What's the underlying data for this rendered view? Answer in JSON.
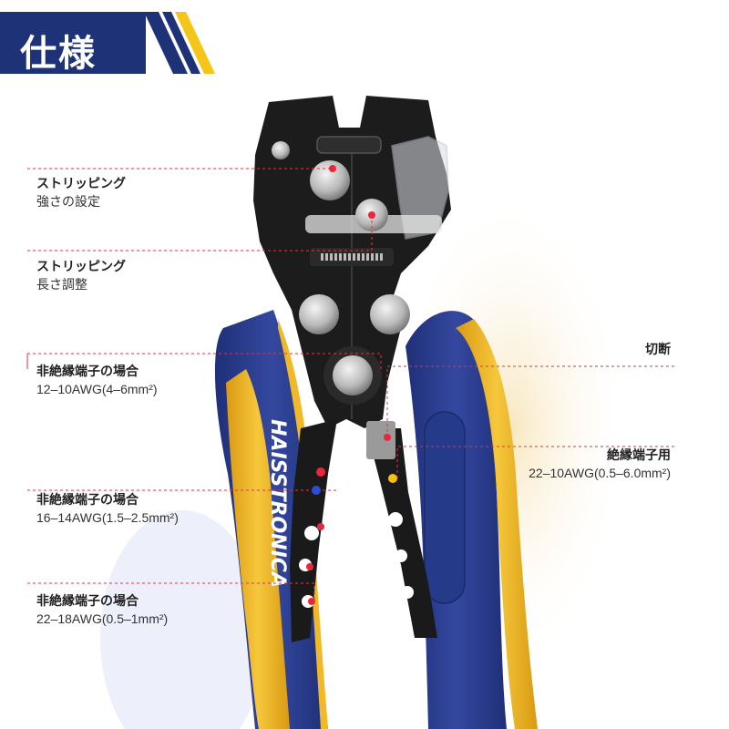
{
  "header": {
    "title": "仕様"
  },
  "brand": {
    "logo_text": "HAISSTRONICA"
  },
  "colors": {
    "banner_navy": "#1e3277",
    "stripe_yellow": "#f5c518",
    "handle_blue": "#2b3f93",
    "handle_yellow": "#f1b82a",
    "metal_dark": "#1c1c1c",
    "callout_line": "#d9374a",
    "marker_red": "#e8283a",
    "marker_blue": "#2a4fd6",
    "marker_yellow": "#f4c10f"
  },
  "callouts": [
    {
      "id": "strip-strength",
      "line1": "ストリッピング",
      "line2": "強さの設定"
    },
    {
      "id": "strip-length",
      "line1": "ストリッピング",
      "line2": "長さ調整"
    },
    {
      "id": "non-insulated-large",
      "line1": "非絶縁端子の場合",
      "line2": "12–10AWG(4–6mm²)"
    },
    {
      "id": "non-insulated-mid",
      "line1": "非絶縁端子の場合",
      "line2": "16–14AWG(1.5–2.5mm²)"
    },
    {
      "id": "non-insulated-small",
      "line1": "非絶縁端子の場合",
      "line2": "22–18AWG(0.5–1mm²)"
    },
    {
      "id": "cutting",
      "line1": "切断",
      "line2": ""
    },
    {
      "id": "insulated",
      "line1": "絶縁端子用",
      "line2": "22–10AWG(0.5–6.0mm²)"
    }
  ]
}
